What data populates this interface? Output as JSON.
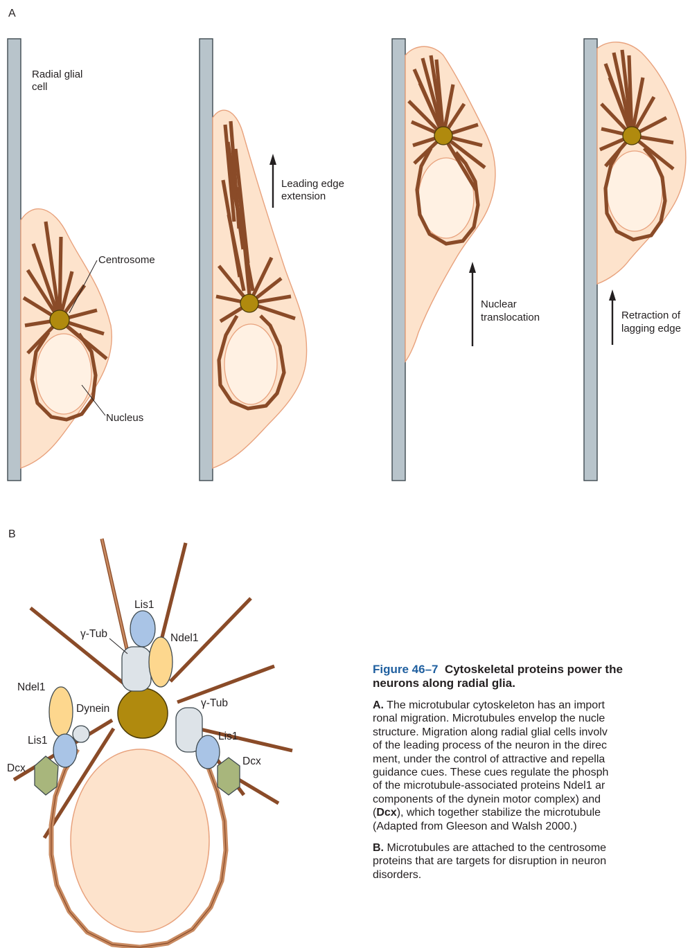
{
  "panels": {
    "a": "A",
    "b": "B"
  },
  "panel_a": {
    "radial_glial_cell": [
      "Radial glial",
      "cell"
    ],
    "centrosome": "Centrosome",
    "nucleus": "Nucleus",
    "leading_edge": [
      "Leading edge",
      "extension"
    ],
    "nuclear_translocation": [
      "Nuclear",
      "translocation"
    ],
    "retraction": [
      "Retraction of",
      "lagging edge"
    ]
  },
  "panel_b": {
    "lis1_top": "Lis1",
    "gamma_tub_left": "γ-Tub",
    "ndel1_right": "Ndel1",
    "ndel1_left": "Ndel1",
    "dynein": "Dynein",
    "lis1_left": "Lis1",
    "dcx_left": "Dcx",
    "gamma_tub_right": "γ-Tub",
    "lis1_right": "Lis1",
    "dcx_right": "Dcx"
  },
  "caption": {
    "figure_number": "Figure 46–7",
    "title_line1": "Cytoskeletal proteins power the",
    "title_line2": "neurons along radial glia.",
    "para_a_tag": "A.",
    "para_a_line1": "The microtubular cytoskeleton has an import",
    "para_a_lines": [
      "ronal migration. Microtubules envelop the nucle",
      "structure. Migration along radial glial cells involv",
      "of the leading process of the neuron in the direc",
      "ment, under the control of attractive and repella",
      "guidance cues. These cues regulate the phosph",
      "of the microtubule-associated proteins Ndel1 ar",
      "components of the dynein motor complex) and",
      "(",
      "(Adapted from Gleeson and Walsh 2000.)"
    ],
    "dcx_abbrev": "Dcx",
    "dcx_tail": "), which together stabilize the microtubule",
    "para_b_tag": "B.",
    "para_b_line1": "Microtubules are attached to the centrosome",
    "para_b_lines": [
      "proteins that are targets for disruption in neuron",
      "disorders."
    ]
  },
  "colors": {
    "cell_fill": "#fde3cc",
    "cell_outline": "#e8a27d",
    "microtubule": "#8a4b28",
    "microtubule_light": "#c98b62",
    "centrosome": "#b08a0e",
    "glia_fiber": "#b8c4cb",
    "lis1": "#a9c4e6",
    "ndel1": "#fdd78e",
    "gamma_tub": "#dde3e8",
    "dcx": "#a8b67c",
    "caption_blue": "#1f5f9f"
  }
}
